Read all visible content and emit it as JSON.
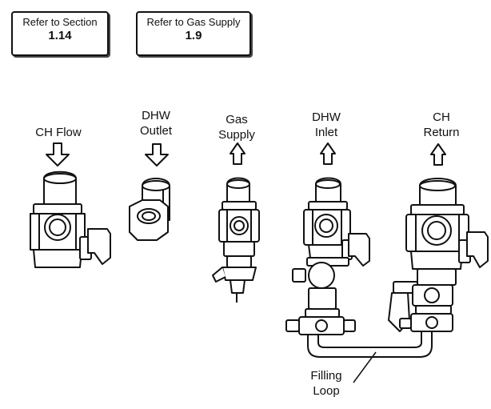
{
  "ref_boxes": [
    {
      "line1": "Refer to Section",
      "line2": "1.14"
    },
    {
      "line1": "Refer to Gas Supply",
      "line2": "1.9"
    }
  ],
  "connections": [
    {
      "line1": "",
      "line2": "CH Flow",
      "direction": "down"
    },
    {
      "line1": "DHW",
      "line2": "Outlet",
      "direction": "down"
    },
    {
      "line1": "Gas",
      "line2": "Supply",
      "direction": "up"
    },
    {
      "line1": "DHW",
      "line2": "Inlet",
      "direction": "up"
    },
    {
      "line1": "CH",
      "line2": "Return",
      "direction": "up"
    }
  ],
  "filling_loop": {
    "line1": "Filling",
    "line2": "Loop"
  }
}
